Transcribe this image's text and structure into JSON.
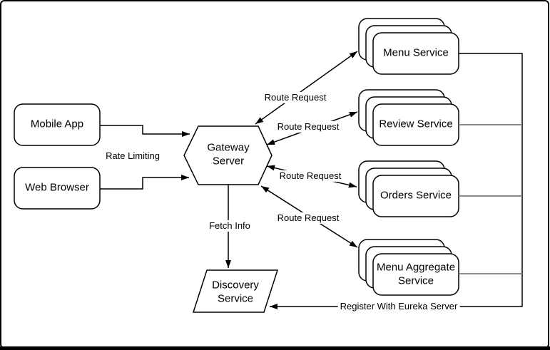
{
  "nodes": {
    "mobile_app": {
      "label": "Mobile App",
      "shape": "rounded-rectangle"
    },
    "web_browser": {
      "label": "Web Browser",
      "shape": "rounded-rectangle"
    },
    "gateway_server": {
      "label": "Gateway Server",
      "shape": "hexagon"
    },
    "discovery_service": {
      "label": "Discovery Service",
      "shape": "parallelogram"
    },
    "menu_service": {
      "label": "Menu Service",
      "shape": "stacked-rounded-rectangle"
    },
    "review_service": {
      "label": "Review Service",
      "shape": "stacked-rounded-rectangle"
    },
    "orders_service": {
      "label": "Orders Service",
      "shape": "stacked-rounded-rectangle"
    },
    "menu_aggregate_service": {
      "label": "Menu Aggregate Service",
      "shape": "stacked-rounded-rectangle"
    }
  },
  "edge_labels": {
    "rate_limiting": "Rate Limiting",
    "route_request_menu": "Route Request",
    "route_request_review": "Route Request",
    "route_request_orders": "Route Request",
    "route_request_menu_aggregate": "Route Request",
    "fetch_info": "Fetch Info",
    "register_with_eureka": "Register With Eureka Server"
  },
  "colors": {
    "line": "#000000",
    "secondary_line": "#8a8a8a",
    "shape_fill": "#ffffff",
    "background": "#ffffff",
    "text": "#000000"
  }
}
